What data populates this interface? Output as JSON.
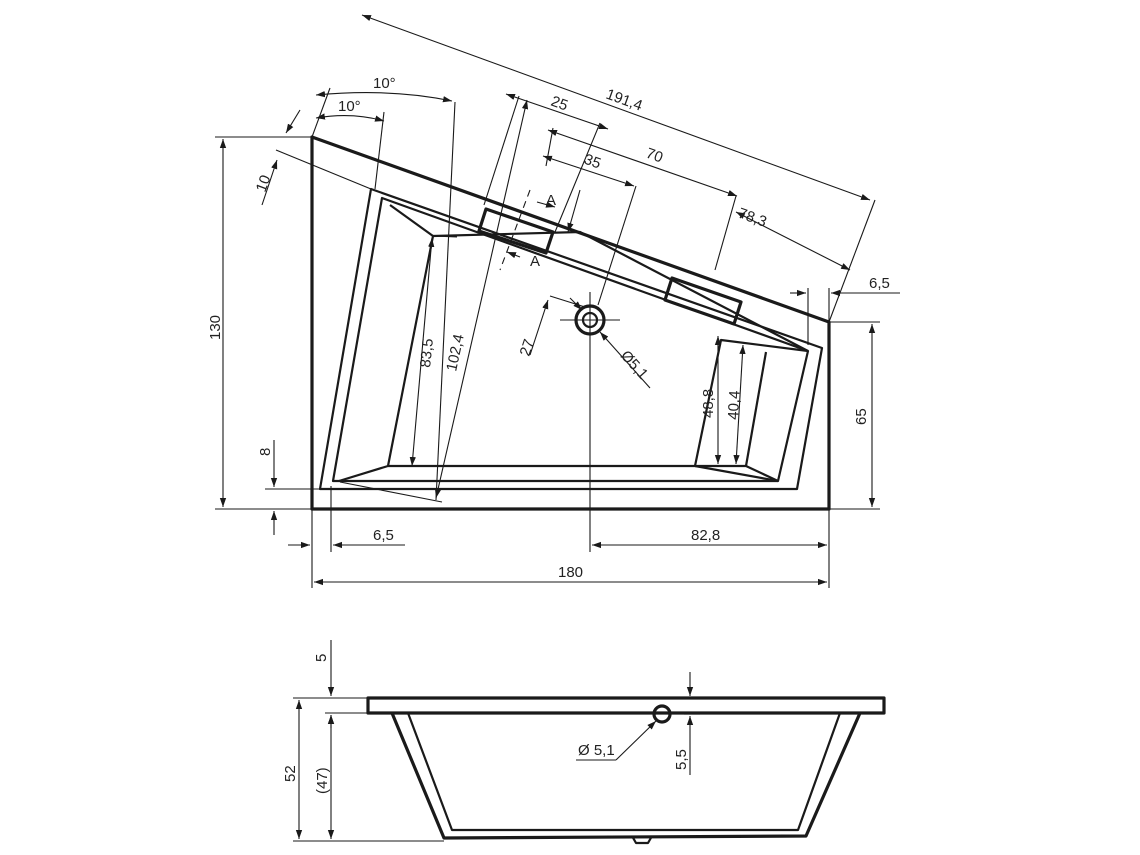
{
  "plan_view": {
    "dimensions": {
      "overall_diagonal": "191,4",
      "angle_outer": "10°",
      "angle_inner": "10°",
      "rim_offset": "10",
      "handle_spacing": "25",
      "inner_length": "70",
      "drain_offset": "35",
      "right_offset": "78,3",
      "right_rim": "6,5",
      "height": "130",
      "right_height": "65",
      "inner_depth_left": "83,5",
      "inner_depth_diag": "102,4",
      "drain_perpendicular": "27",
      "drain_diameter": "Ø5,1",
      "inner_depth_right": "48,8",
      "inner_depth_right_inner": "40,4",
      "bottom_rim": "8",
      "left_rim": "6,5",
      "drain_from_right": "82,8",
      "width": "180"
    },
    "section_marks": [
      "A",
      "A"
    ]
  },
  "section_view": {
    "dimensions": {
      "rim_thickness": "5",
      "total_height": "52",
      "inner_height": "(47)",
      "overflow_diameter": "Ø 5,1",
      "overflow_offset": "5,5"
    }
  }
}
